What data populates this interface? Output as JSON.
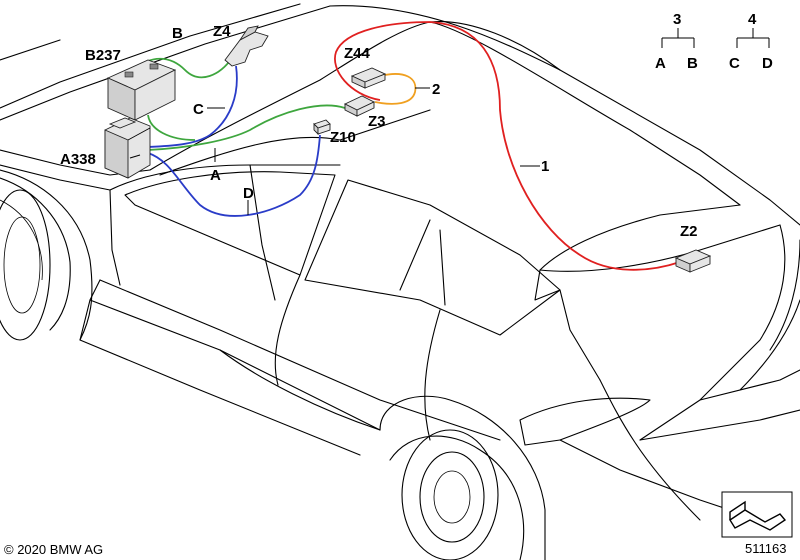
{
  "colors": {
    "wire_A": "#3ea63e",
    "wire_B": "#3ea63e",
    "wire_C": "#2a3cc8",
    "wire_D": "#2a3cc8",
    "wire_1": "#e02020",
    "wire_2": "#f0a020"
  },
  "components": {
    "b237": "B237",
    "z4": "Z4",
    "a338": "A338",
    "z44": "Z44",
    "z3": "Z3",
    "z10": "Z10",
    "z2": "Z2"
  },
  "wires": {
    "a": "A",
    "b": "B",
    "c": "C",
    "d": "D",
    "w1": "1",
    "w2": "2"
  },
  "legend": {
    "group3": {
      "number": "3",
      "left": "A",
      "right": "B"
    },
    "group4": {
      "number": "4",
      "left": "C",
      "right": "D"
    }
  },
  "footer": {
    "copyright": "© 2020 BMW AG",
    "diagram_number": "511163"
  },
  "icons": {
    "cable_symbol": "cable-set-icon"
  }
}
